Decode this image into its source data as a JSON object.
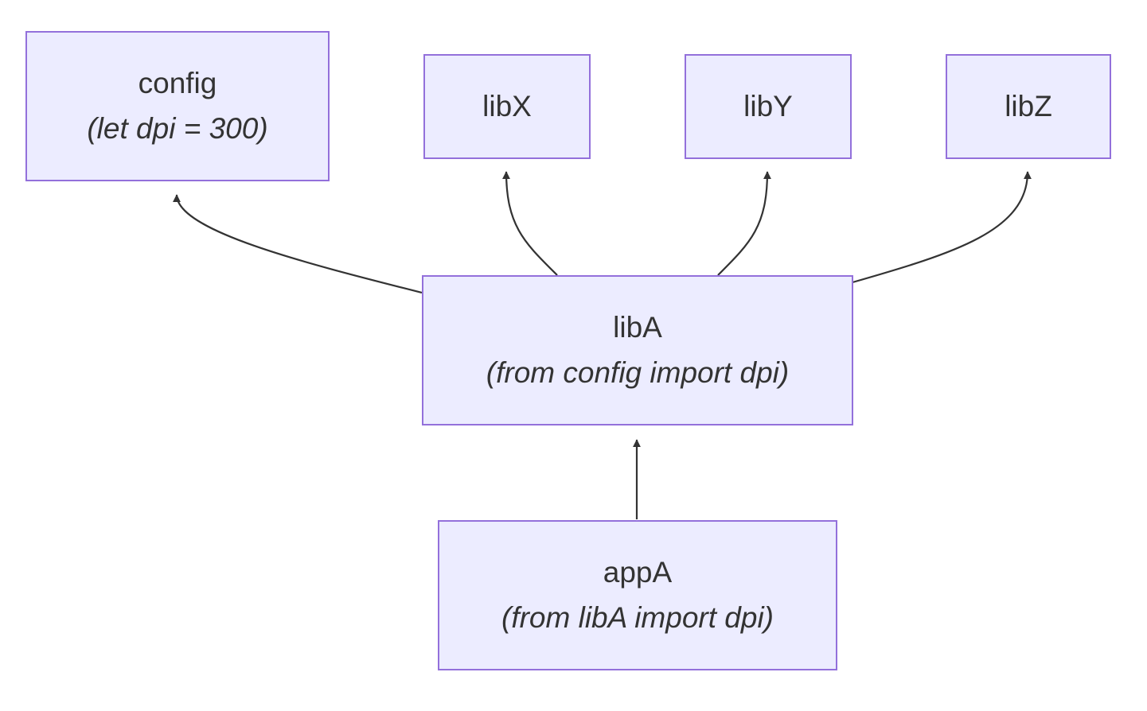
{
  "colors": {
    "node_fill": "#ECECFF",
    "node_stroke": "#9370DB",
    "edge": "#333333",
    "text": "#333333"
  },
  "nodes": {
    "config": {
      "title": "config",
      "subtitle": "(let dpi = 300)"
    },
    "libX": {
      "title": "libX"
    },
    "libY": {
      "title": "libY"
    },
    "libZ": {
      "title": "libZ"
    },
    "libA": {
      "title": "libA",
      "subtitle": "(from config import dpi)"
    },
    "appA": {
      "title": "appA",
      "subtitle": "(from libA import dpi)"
    }
  },
  "edges": [
    {
      "from": "libA",
      "to": "config"
    },
    {
      "from": "libA",
      "to": "libX"
    },
    {
      "from": "libA",
      "to": "libY"
    },
    {
      "from": "libA",
      "to": "libZ"
    },
    {
      "from": "appA",
      "to": "libA"
    }
  ]
}
